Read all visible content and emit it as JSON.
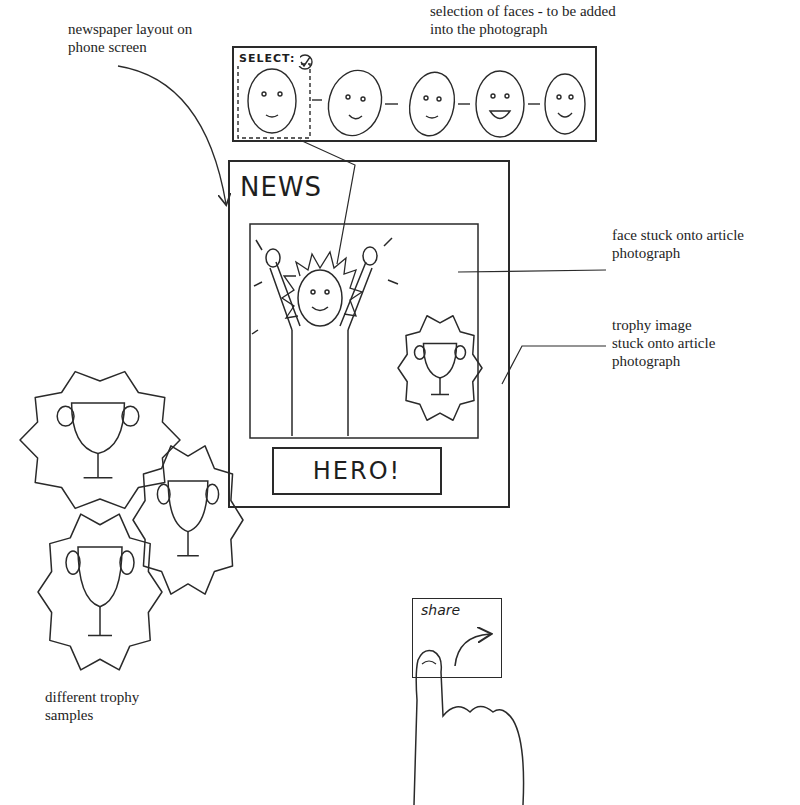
{
  "diagram": {
    "nodes": [
      {
        "text": [
          "SELECT:"
        ]
      },
      {
        "text": [
          "NEWS"
        ]
      },
      {
        "text": [
          "HERO!"
        ],
        "in": 1
      },
      {
        "text": [
          "share"
        ]
      }
    ],
    "labels": [
      "newspaper layout on phone screen",
      "selection of faces - to be added into the photograph",
      "face stuck onto article photograph",
      "trophy image stuck onto article photograph",
      "different trophy samples"
    ]
  }
}
